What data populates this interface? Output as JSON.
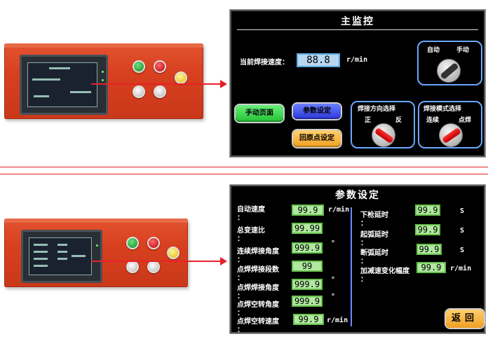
{
  "monitor": {
    "title": "主监控",
    "speed_label": "当前焊接速度：",
    "speed_value": "88.8",
    "speed_unit": "r/min",
    "auto_label": "自动",
    "manual_label": "手动",
    "manual_page_button": "手动页面",
    "param_button": "参数设定",
    "home_button": "回原点设定",
    "direction_title": "焊接方向选择",
    "direction_forward": "正",
    "direction_reverse": "反",
    "mode_title": "焊接模式选择",
    "mode_continuous": "连续",
    "mode_spot": "点焊"
  },
  "params": {
    "title": "参数设定",
    "left": [
      {
        "label": "自动速度",
        "colon": "：",
        "value": "99.9",
        "unit": "r/min"
      },
      {
        "label": "总变速比",
        "colon": "：",
        "value": "99.99",
        "unit": ""
      },
      {
        "label": "连续焊接角度",
        "colon": "：",
        "value": "999.9",
        "unit": "°"
      },
      {
        "label": "点焊焊接段数",
        "colon": "：",
        "value": "99",
        "unit": ""
      },
      {
        "label": "点焊焊接角度",
        "colon": "：",
        "value": "999.9",
        "unit": "°"
      },
      {
        "label": "点焊空转角度",
        "colon": "：",
        "value": "999.9",
        "unit": "°"
      },
      {
        "label": "点焊空转速度",
        "colon": "：",
        "value": "99.9",
        "unit": "r/min"
      }
    ],
    "right": [
      {
        "label": "下枪延时",
        "colon": "：",
        "value": "99.9",
        "unit": "S"
      },
      {
        "label": "起弧延时",
        "colon": "：",
        "value": "99.9",
        "unit": "S"
      },
      {
        "label": "断弧延时",
        "colon": "：",
        "value": "99.9",
        "unit": "S"
      },
      {
        "label": "加减速变化幅度",
        "colon": "：",
        "value": "99.9",
        "unit": "r/min"
      }
    ],
    "back_button": "返回"
  },
  "colors": {
    "cabinet": "#d8401f",
    "arrow": "#e8202a",
    "value_box_blue": "#b8d8f0",
    "value_box_green": "#b0e8a0",
    "group_border": "#6aa8ff"
  }
}
